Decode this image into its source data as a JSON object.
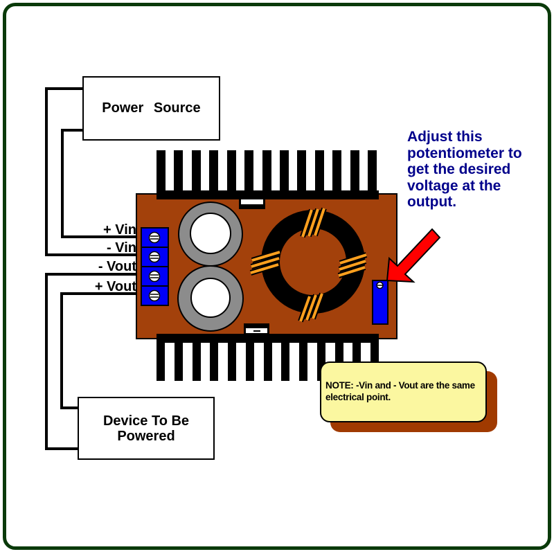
{
  "texts": {
    "power_source": "Power Source",
    "device": "Device To Be\nPowered",
    "pin_labels": [
      "+ Vin",
      "- Vin",
      "- Vout",
      "+ Vout"
    ],
    "annotation": "Adjust this\npotentiometer to\nget the desired\nvoltage at the\noutput.",
    "note": "NOTE: -Vin and - Vout are the same\nelectrical point."
  },
  "colors": {
    "frame_green": "#0A3A0A",
    "pcb_brown": "#A3410B",
    "part_blue": "#0000F8",
    "cap_gray": "#8C8C8C",
    "winding_orange": "#FFA01E",
    "arrow_red": "#FF0000",
    "note_bg": "#FBF7A0",
    "note_shadow": "#A03A00",
    "text_navy": "#00008B",
    "wire_black": "#000000"
  }
}
